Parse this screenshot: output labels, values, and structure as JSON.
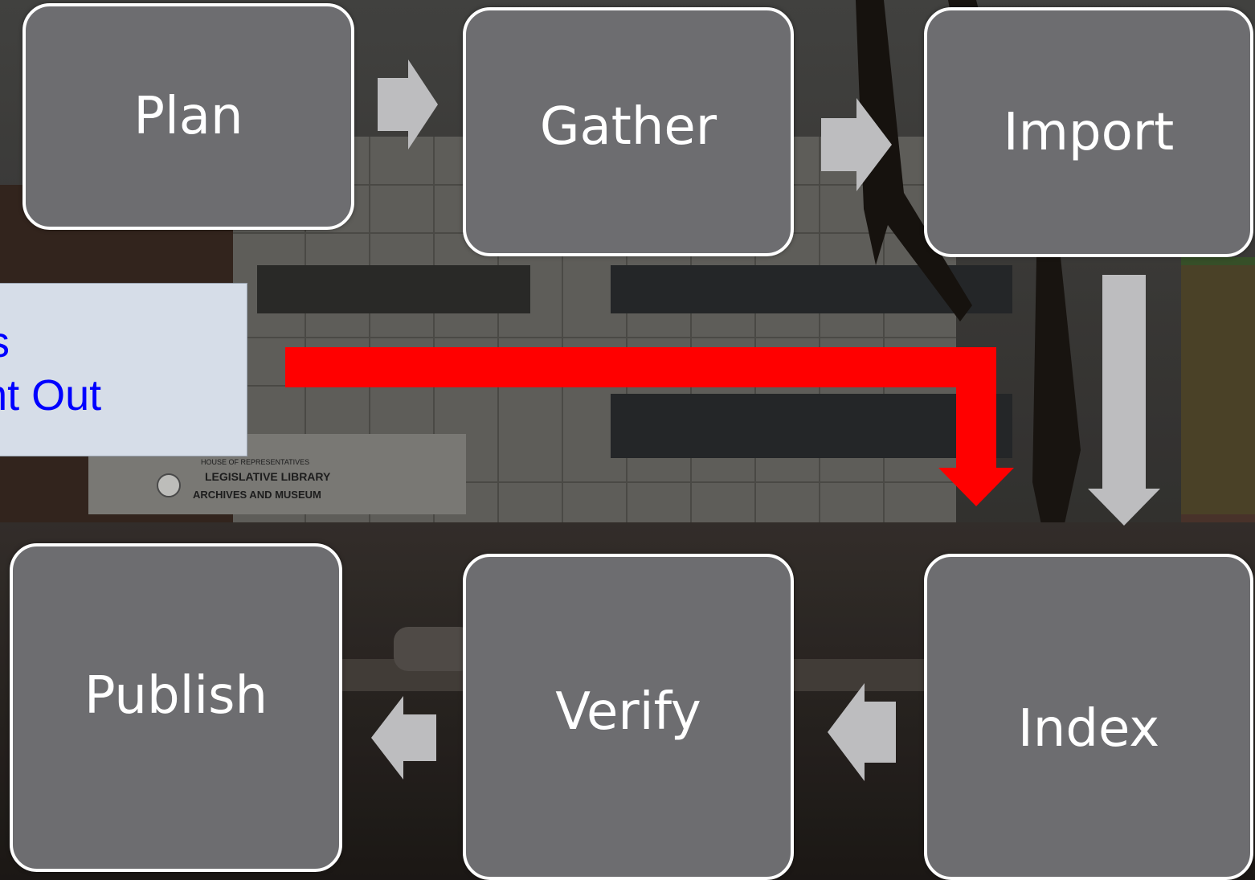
{
  "diagram": {
    "steps": [
      {
        "id": "plan",
        "label": "Plan"
      },
      {
        "id": "gather",
        "label": "Gather"
      },
      {
        "id": "import",
        "label": "Import"
      },
      {
        "id": "index",
        "label": "Index"
      },
      {
        "id": "verify",
        "label": "Verify"
      },
      {
        "id": "publish",
        "label": "Publish"
      }
    ],
    "callout": {
      "line1": "ic is",
      "line2": "ught Out"
    },
    "background_sign": {
      "line1": "HOUSE OF REPRESENTATIVES",
      "line2": "LEGISLATIVE LIBRARY",
      "line3": "ARCHIVES AND MUSEUM"
    }
  },
  "colors": {
    "box_fill": "#6d6d70",
    "box_border": "#ffffff",
    "flow_arrow": "#bdbdbf",
    "shortcut_arrow": "#ff0000",
    "callout_fill": "#d6dde8",
    "callout_text": "#0000ff"
  }
}
